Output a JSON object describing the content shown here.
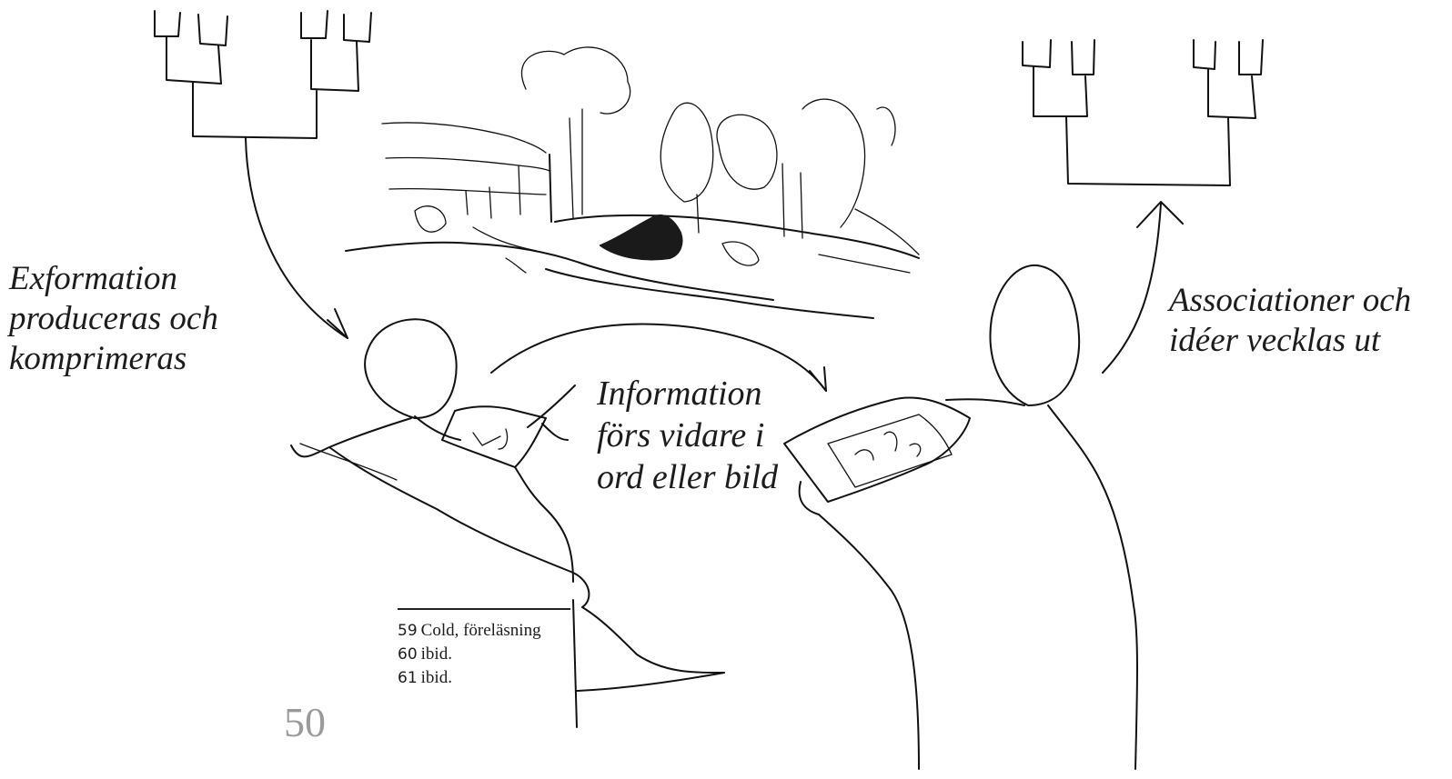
{
  "captions": {
    "exformation": [
      "Exformation",
      "produceras och",
      "komprimeras"
    ],
    "information": [
      "Information",
      "förs vidare i",
      "ord eller bild"
    ],
    "associationer": [
      "Associationer och",
      "idéer vecklas ut"
    ]
  },
  "footnotes": [
    {
      "number": "59",
      "text": "Cold, föreläsning"
    },
    {
      "number": "60",
      "text": "ibid."
    },
    {
      "number": "61",
      "text": "ibid."
    }
  ],
  "page_number": "50",
  "illustration": {
    "style": "hand-drawn pen sketch",
    "elements": [
      "left-tree-diagram-icon",
      "right-tree-diagram-icon",
      "park-landscape-sketch",
      "seated-drawing-person",
      "standing-person-with-tablet"
    ],
    "ink_color": "#111111",
    "page_number_color": "#9a9a9a"
  }
}
